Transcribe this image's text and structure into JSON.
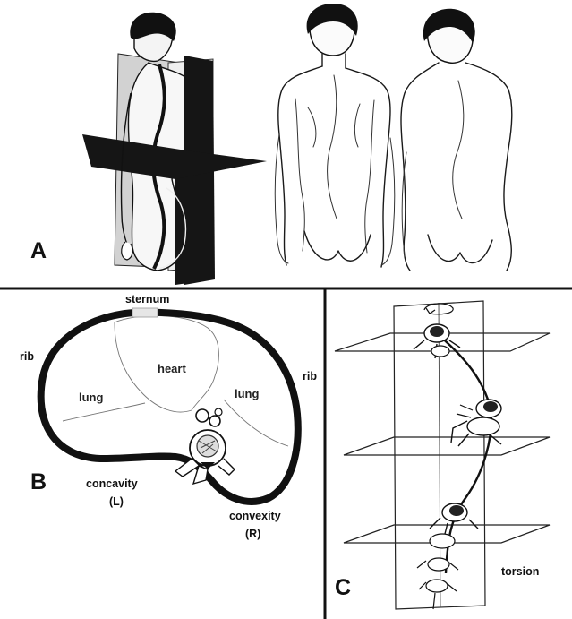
{
  "panels": {
    "a": {
      "letter": "A"
    },
    "b": {
      "letter": "B",
      "labels": {
        "sternum": "sternum",
        "rib_left": "rib",
        "rib_right": "rib",
        "heart": "heart",
        "lung_left": "lung",
        "lung_right": "lung",
        "concavity": "concavity",
        "concavity_side": "(L)",
        "convexity": "convexity",
        "convexity_side": "(R)"
      }
    },
    "c": {
      "letter": "C",
      "labels": {
        "torsion": "torsion"
      }
    }
  },
  "colors": {
    "ink": "#111111",
    "background": "#ffffff",
    "plane_dark": "#151515",
    "plane_light": "#d8d8d8"
  }
}
